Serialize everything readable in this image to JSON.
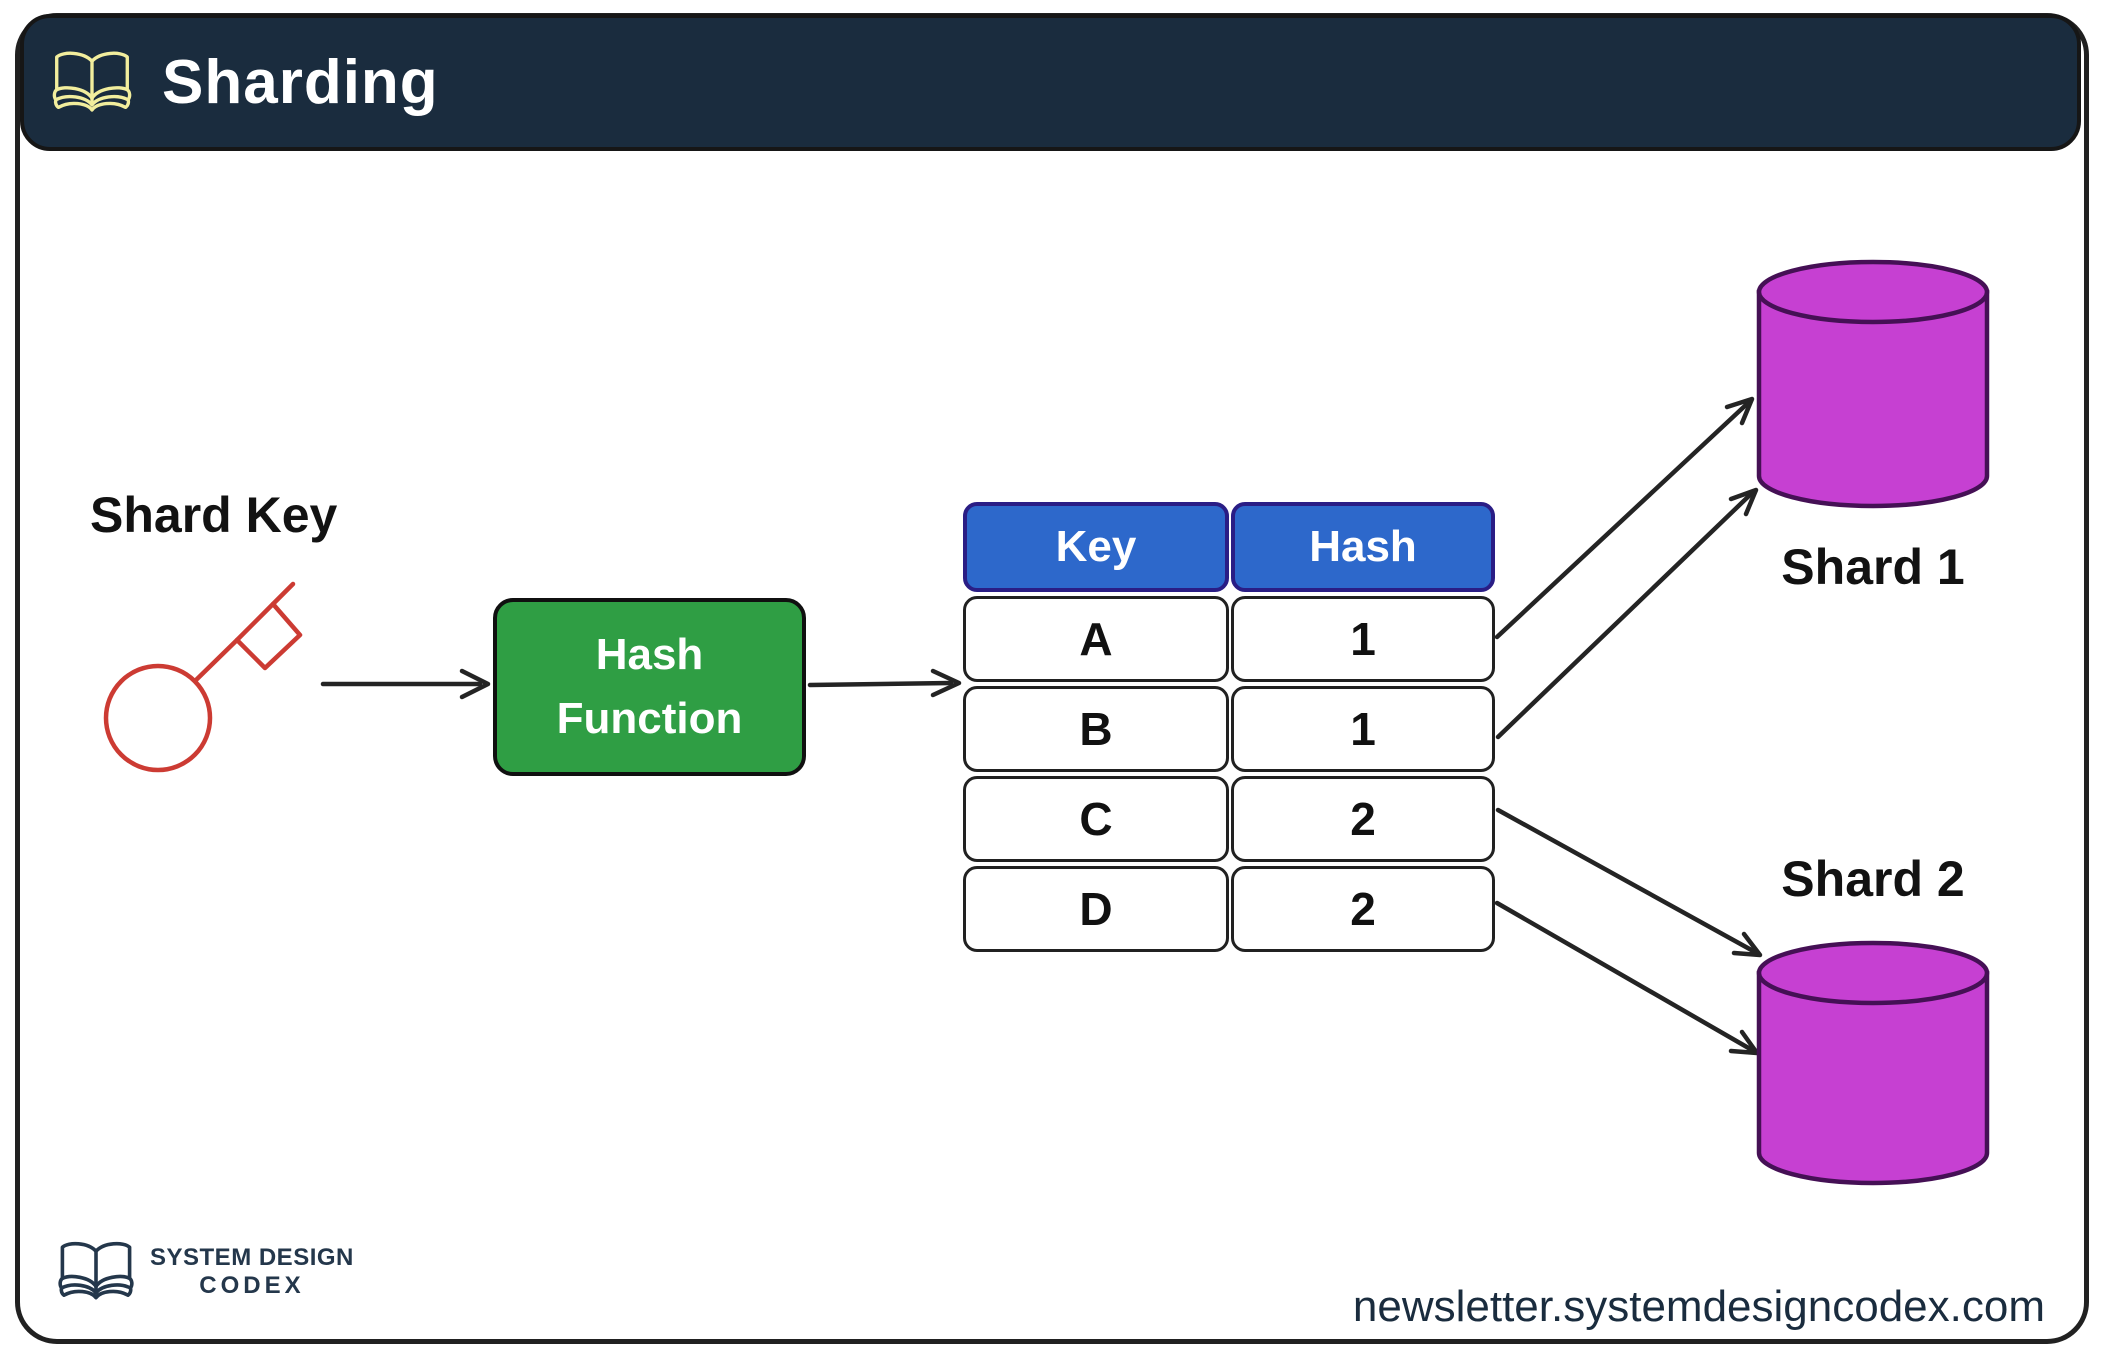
{
  "header": {
    "title": "Sharding",
    "icon": "open-book-icon"
  },
  "diagram": {
    "shard_key_label": "Shard Key",
    "shard_key_icon": "key-icon",
    "hash_function_label": "Hash Function",
    "table": {
      "columns": [
        "Key",
        "Hash"
      ],
      "rows": [
        {
          "key": "A",
          "hash": "1"
        },
        {
          "key": "B",
          "hash": "1"
        },
        {
          "key": "C",
          "hash": "2"
        },
        {
          "key": "D",
          "hash": "2"
        }
      ]
    },
    "shards": [
      {
        "label": "Shard 1",
        "icon": "database-cylinder-icon"
      },
      {
        "label": "Shard 2",
        "icon": "database-cylinder-icon"
      }
    ],
    "flow": [
      "shard-key -> hash-function",
      "hash-function -> key-hash-table",
      "hash 1 rows -> Shard 1",
      "hash 2 rows -> Shard 2"
    ]
  },
  "footer": {
    "brand_line1": "SYSTEM DESIGN",
    "brand_line2": "CODEX",
    "url": "newsletter.systemdesigncodex.com"
  },
  "colors": {
    "header_navy": "#1a2c3e",
    "book_icon_yellow": "#f2ee9d",
    "key_icon_red": "#cc3b33",
    "hash_fn_green": "#2f9e44",
    "table_header_blue": "#2d68cb",
    "table_header_border": "#2a1d85",
    "shard_magenta": "#c640d2",
    "shard_border": "#451055",
    "line_ink": "#242424"
  }
}
